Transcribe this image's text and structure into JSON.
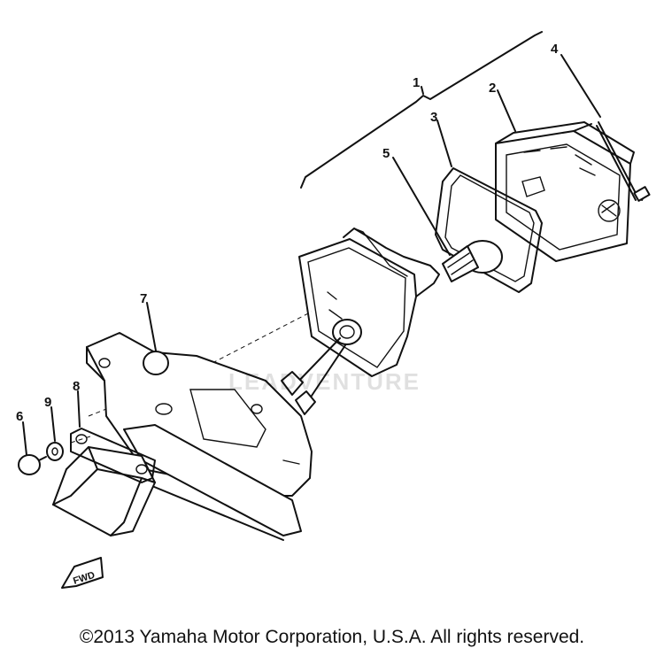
{
  "diagram": {
    "callouts": {
      "c1": "1",
      "c2": "2",
      "c3": "3",
      "c4": "4",
      "c5": "5",
      "c6": "6",
      "c7": "7",
      "c8": "8",
      "c9": "9"
    },
    "front_arrow_label": "FWD",
    "watermark": "LEADVENTURE"
  },
  "footer": {
    "copyright": "©2013 Yamaha Motor Corporation, U.S.A. All rights reserved."
  }
}
